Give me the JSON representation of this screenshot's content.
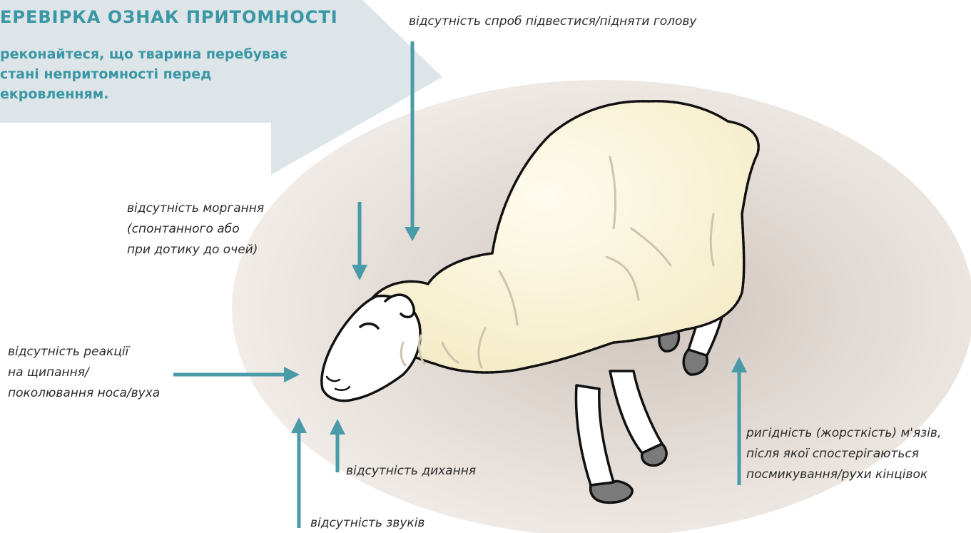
{
  "banner": {
    "title": "ЕРЕВІРКА ОЗНАК ПРИТОМНОСТІ",
    "text": "реконайтеся, що тварина перебуває\nстані непритомності перед\nекровленням.",
    "color": "#dde5e8",
    "text_color": "#3a97a5"
  },
  "signs": {
    "head": "відсутність спроб підвестися/підняти голову",
    "blink": "відсутність моргання\n(спонтанного або\nпри дотику до очей)",
    "pinch": "відсутність реакції\nна щипання/\nпоколювання носа/вуха",
    "breathing": "відсутність дихання",
    "sounds": "відсутність звуків",
    "rigidity": "ригідність (жорсткість) м'язів,\nпісля якої спостерігаються\nпосмикування/рухи кінцівок"
  },
  "colors": {
    "arrow": "#4a9ba8",
    "wool": "#fbf5dc",
    "hoof": "#7a7a7a",
    "ground": "#e6dfda"
  }
}
